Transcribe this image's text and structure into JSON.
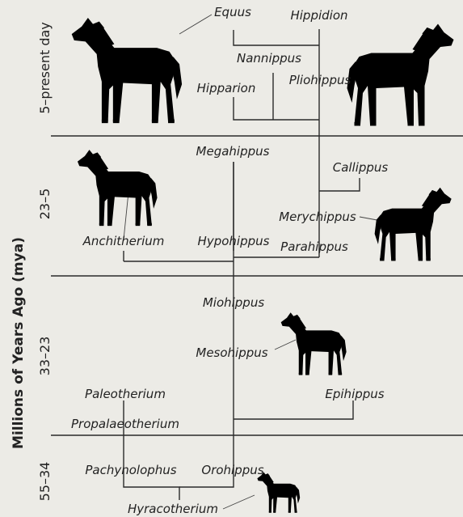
{
  "axis_title": "Millions of Years Ago (mya)",
  "periods": [
    {
      "id": "p1",
      "label": "5–present day"
    },
    {
      "id": "p2",
      "label": "23–5"
    },
    {
      "id": "p3",
      "label": "33–23"
    },
    {
      "id": "p4",
      "label": "55–34"
    }
  ],
  "genera": {
    "equus": "Equus",
    "hippidion": "Hippidion",
    "nannippus": "Nannippus",
    "pliohippus": "Pliohippus",
    "hipparion": "Hipparion",
    "megahippus": "Megahippus",
    "callippus": "Callippus",
    "merychippus": "Merychippus",
    "anchitherium": "Anchitherium",
    "hypohippus": "Hypohippus",
    "parahippus": "Parahippus",
    "miohippus": "Miohippus",
    "mesohippus": "Mesohippus",
    "paleotherium": "Paleotherium",
    "epihippus": "Epihippus",
    "propalaeotherium": "Propalaeotherium",
    "pachynolophus": "Pachynolophus",
    "orohippus": "Orohippus",
    "hyracotherium": "Hyracotherium"
  },
  "colors": {
    "background": "#ecebe6",
    "lines": "#2a2a2a",
    "horse": "#7d7d7d"
  }
}
